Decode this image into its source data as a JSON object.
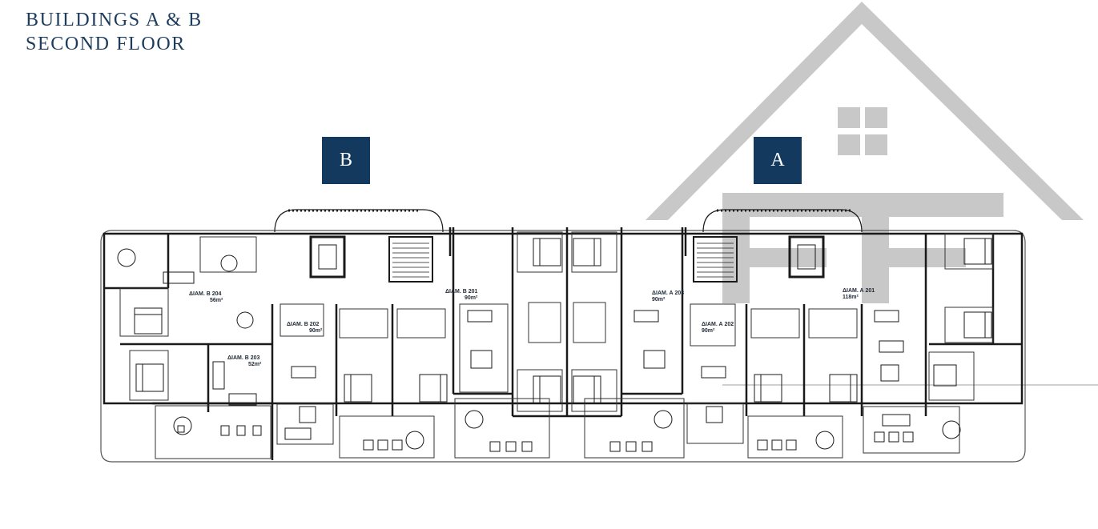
{
  "title": {
    "line1": "BUILDINGS A & B",
    "line2": "SECOND FLOOR"
  },
  "buildings": [
    {
      "id": "B",
      "label": "B"
    },
    {
      "id": "A",
      "label": "A"
    }
  ],
  "units": [
    {
      "name": "ΔΙΑΜ. Β 204",
      "area": "56m²"
    },
    {
      "name": "ΔΙΑΜ. Β 203",
      "area": "52m²"
    },
    {
      "name": "ΔΙΑΜ. Β 202",
      "area": "90m²"
    },
    {
      "name": "ΔΙΑΜ. Β 201",
      "area": "90m²"
    },
    {
      "name": "ΔΙΑΜ. Α 203",
      "area": "90m²"
    },
    {
      "name": "ΔΙΑΜ. Α 202",
      "area": "90m²"
    },
    {
      "name": "ΔΙΑΜ. Α 201",
      "area": "118m²"
    }
  ],
  "colors": {
    "title": "#1d3c5c",
    "badge": "#133a5e",
    "watermark": "#c8c8c8",
    "walls": "#1a1a1a"
  },
  "icons": {
    "watermark": "house-watermark-icon"
  }
}
